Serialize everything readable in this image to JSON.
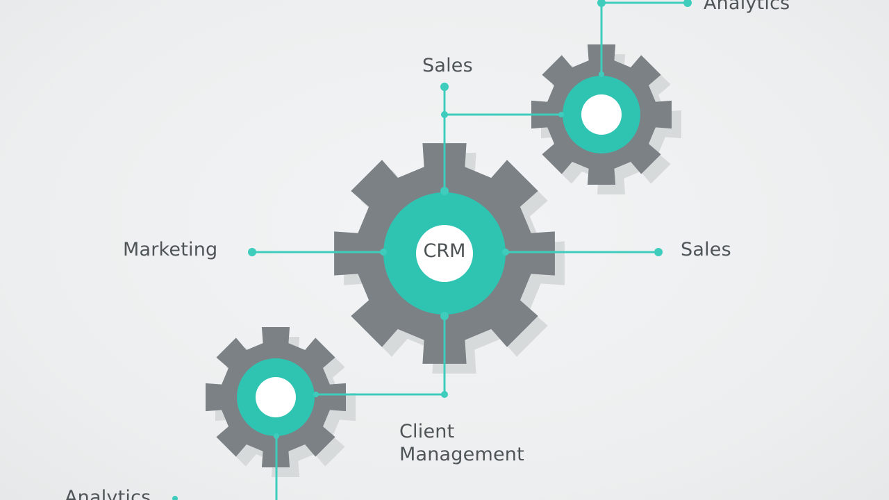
{
  "colors": {
    "background": "#eef0f1",
    "gear": "#7b8184",
    "gear_shadow": "#d7dadb",
    "accent": "#2fc4b2",
    "connector": "#3ecdbd",
    "hub": "#ffffff",
    "text": "#4f5556"
  },
  "center": {
    "label": "CRM"
  },
  "labels": {
    "analytics_top": "Analytics",
    "sales_top": "Sales",
    "marketing": "Marketing",
    "sales_right": "Sales",
    "client_management": "Client\nManagement",
    "analytics_bottom": "Analytics"
  },
  "icons": [
    "gear-icon",
    "gear-icon",
    "gear-icon"
  ]
}
